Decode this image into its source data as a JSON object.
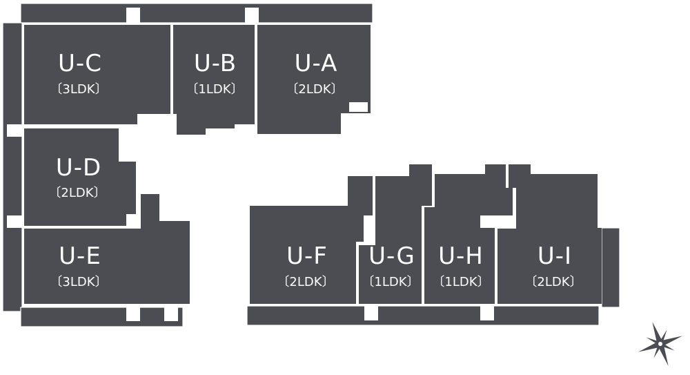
{
  "colors": {
    "unit_fill": "#4b4d53",
    "background": "#ffffff",
    "text": "#ffffff"
  },
  "units": [
    {
      "id": "U-C",
      "type": "〔3LDK〕"
    },
    {
      "id": "U-B",
      "type": "〔1LDK〕"
    },
    {
      "id": "U-A",
      "type": "〔2LDK〕"
    },
    {
      "id": "U-D",
      "type": "〔2LDK〕"
    },
    {
      "id": "U-E",
      "type": "〔3LDK〕"
    },
    {
      "id": "U-F",
      "type": "〔2LDK〕"
    },
    {
      "id": "U-G",
      "type": "〔1LDK〕"
    },
    {
      "id": "U-H",
      "type": "〔1LDK〕"
    },
    {
      "id": "U-I",
      "type": "〔2LDK〕"
    }
  ],
  "compass": {
    "icon": "compass-rose-icon"
  }
}
